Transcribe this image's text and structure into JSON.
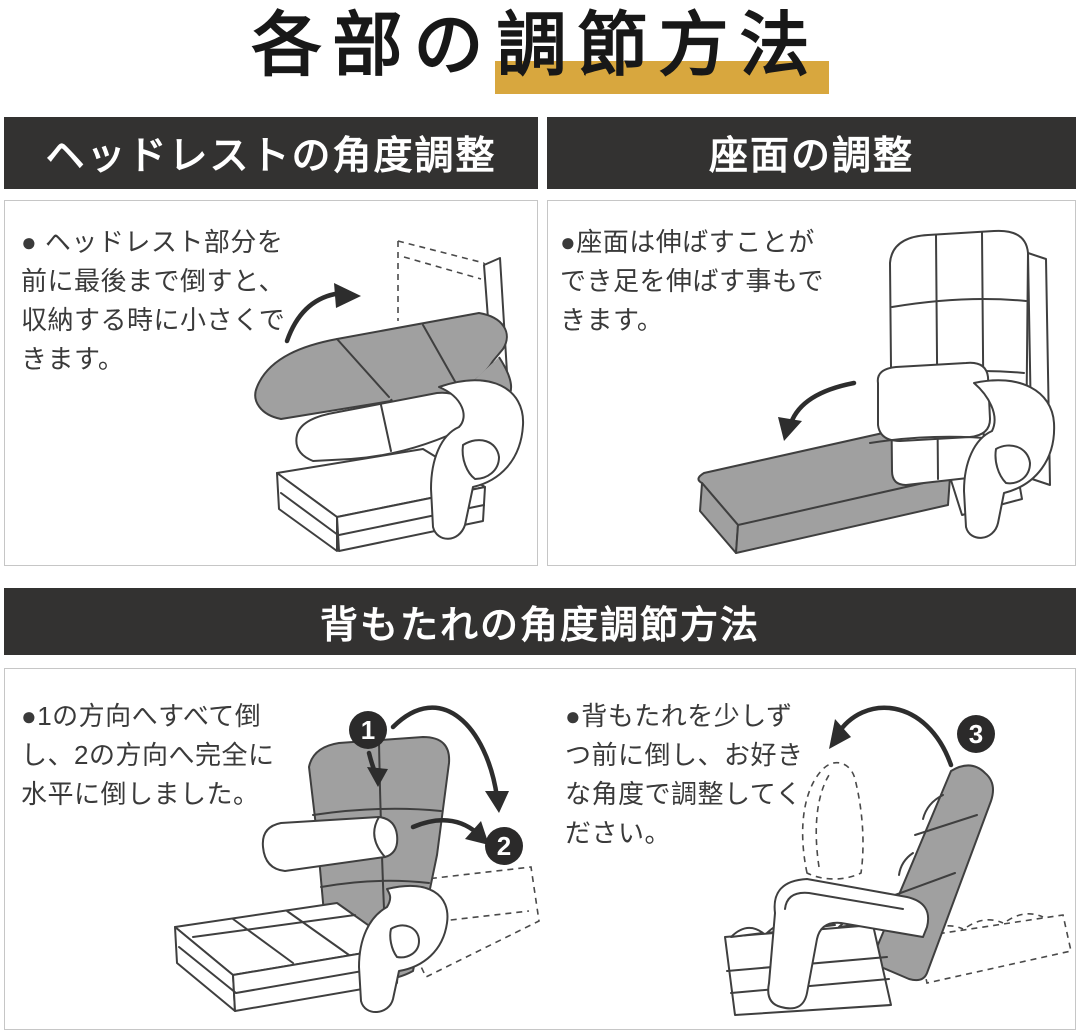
{
  "title": {
    "prefix": "各部の",
    "highlight": "調節方法"
  },
  "panels": {
    "headrest": {
      "header": "ヘッドレストの角度調整",
      "body": "● ヘッドレスト部分を\n前に最後まで倒すと、\n収納する時に小さくで\nきます。"
    },
    "seat": {
      "header": "座面の調整",
      "body": "●座面は伸ばすことが\nでき足を伸ばす事もで\nきます。"
    },
    "backrest": {
      "header": "背もたれの角度調節方法",
      "left_body": "●1の方向へすべて倒\nし、2の方向へ完全に\n水平に倒しました。",
      "right_body": "●背もたれを少しず\nつ前に倒し、お好き\nな角度で調整してく\nださい。",
      "step1": "1",
      "step2": "2",
      "step3": "3"
    }
  },
  "colors": {
    "header_bar": "#333231",
    "title_highlight": "#D8A73E",
    "illustration_gray": "#A0A0A0",
    "outline": "#3F3F3F",
    "box_border": "#C6C6C6",
    "step_badge": "#2B2A2A"
  }
}
